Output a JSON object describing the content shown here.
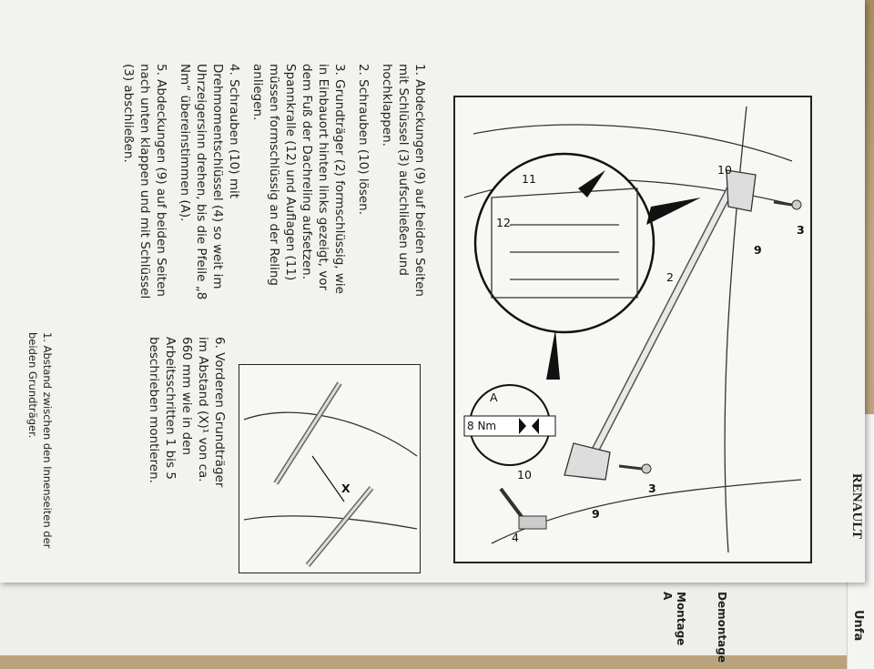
{
  "instructions": {
    "step1": "1. Abdeckungen (9) auf beiden Seiten mit Schlüssel (3) aufschließen und hochklappen.",
    "step2": "2. Schrauben (10) lösen.",
    "step3": "3. Grundträger (2) formschlüssig, wie in Einbauort hinten links gezeigt, vor dem Fuß der Dachreling aufsetzen. Spannkralle (12) und Auflagen (11) müssen formschlüssig an der Reling anliegen.",
    "step4": "4. Schrauben (10) mit Drehmomentschlüssel (4) so weit im Uhrzeigersinn drehen, bis die Pfeile „8 Nm“ übereinstimmen (A).",
    "step5": "5. Abdeckungen (9) auf beiden Seiten nach unten klappen und mit Schlüssel (3) abschließen.",
    "step6": "6. Vorderen Grundträger im Abstand (X)¹ von ca. 660 mm wie in den Arbeitsschritten 1 bis 5 beschrieben montieren.",
    "footnote": "1. Abstand zwischen den Innenseiten der beiden Grundträger."
  },
  "diagram_labels": {
    "l10a": "10",
    "l11": "11",
    "l12": "12",
    "l3a": "3",
    "l9a": "9",
    "l2": "2",
    "lA": "A",
    "l8nm": "8 Nm",
    "l10b": "10",
    "l3b": "3",
    "l9b": "9",
    "l4": "4",
    "lX": "X"
  },
  "brand": "RENAULT",
  "side_text": {
    "unfa": "Unfa",
    "demontage": "Demontage",
    "montage": "Montage A"
  },
  "colors": {
    "paper": "#f2f2ef",
    "ink": "#222222",
    "purple": "#7b2f9a"
  }
}
